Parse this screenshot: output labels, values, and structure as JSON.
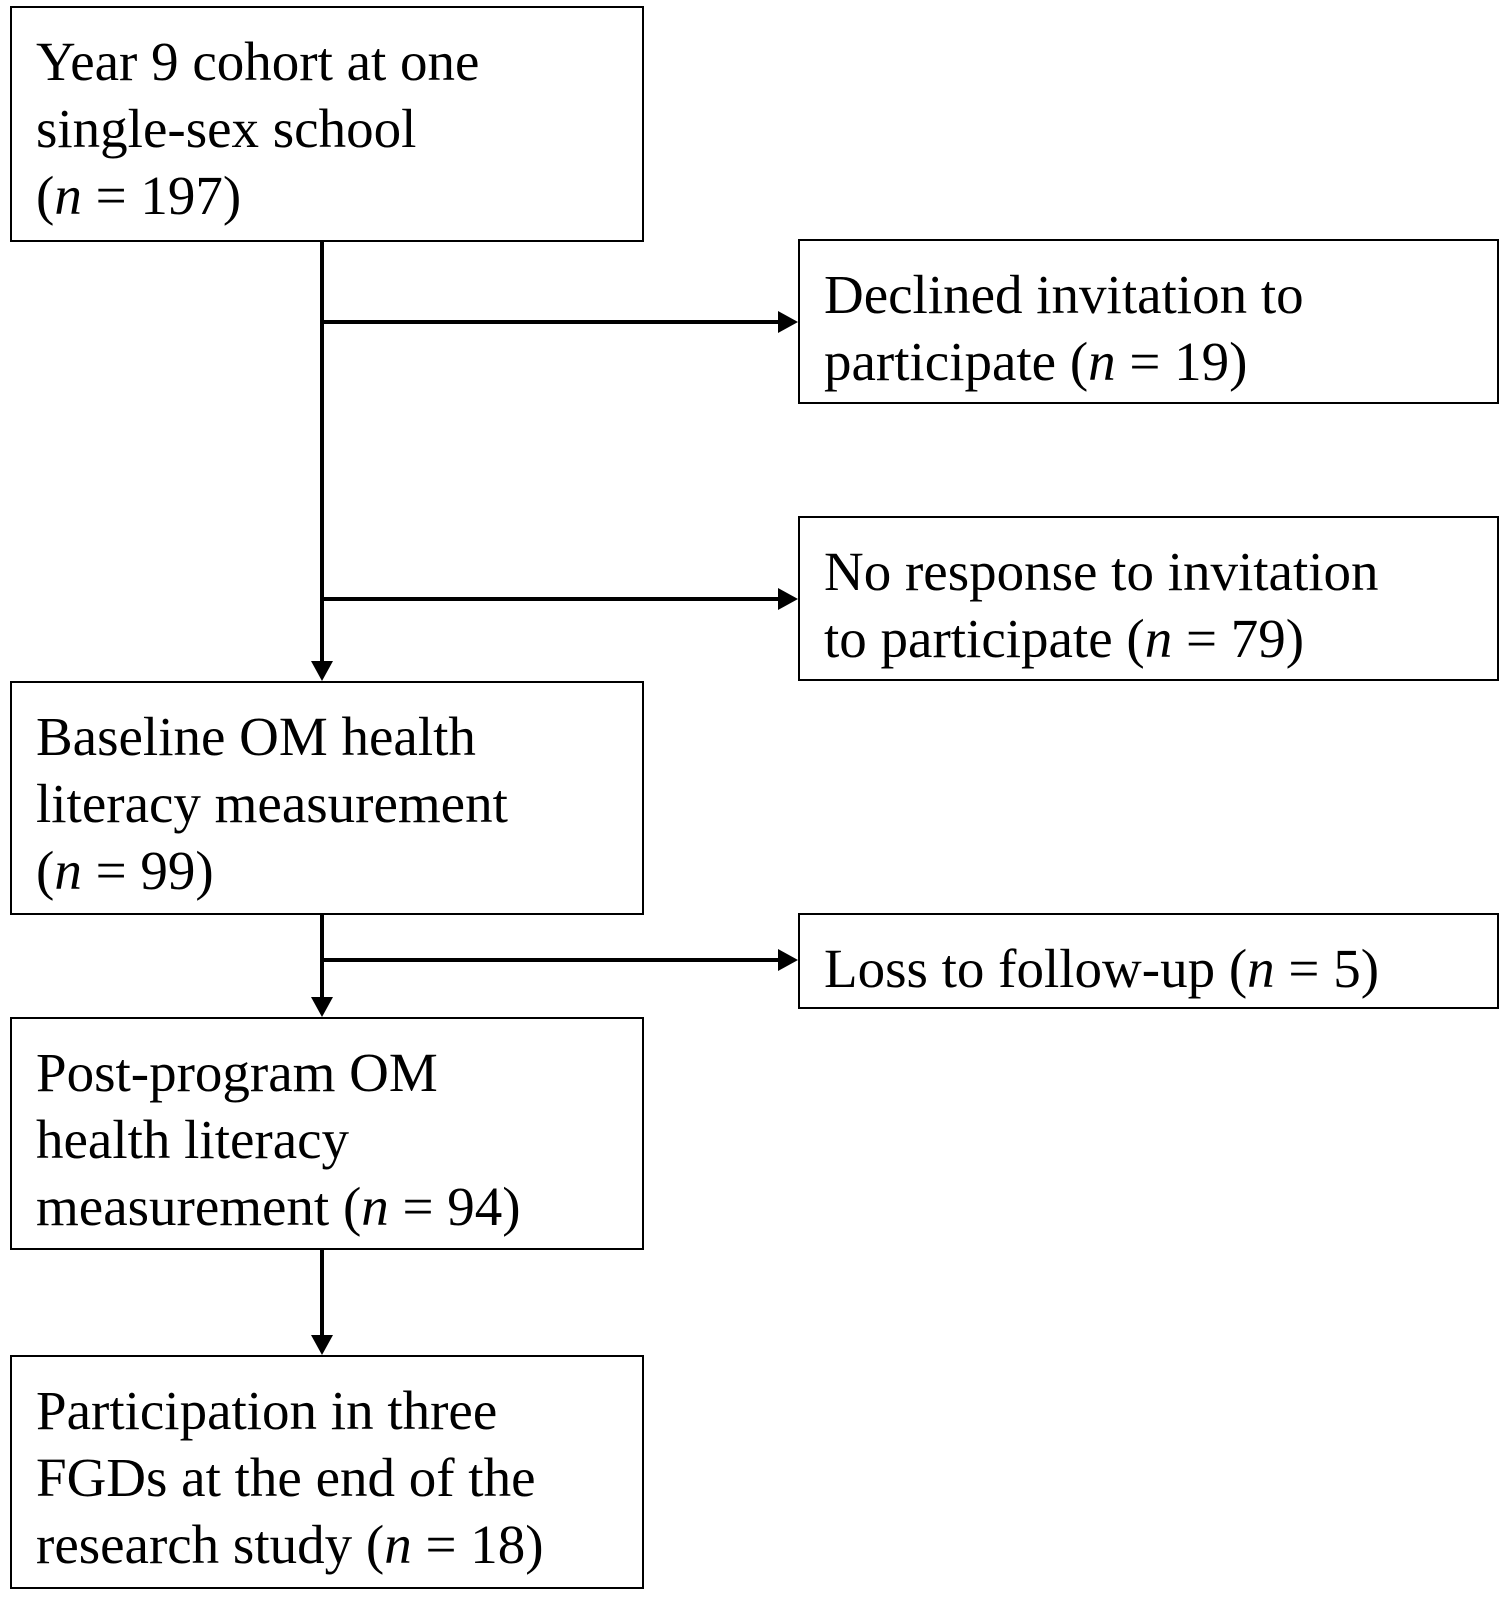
{
  "flowchart": {
    "boxes": {
      "cohort": {
        "line1": "Year 9 cohort at one",
        "line2": "single-sex school",
        "n_open": "(",
        "n_var": "n",
        "n_eq": " = 197)"
      },
      "declined": {
        "line1": "Declined invitation to",
        "line2_text": "participate (",
        "n_var": "n",
        "n_eq": " = 19)"
      },
      "no_response": {
        "line1": "No response to invitation",
        "line2_text": "to participate (",
        "n_var": "n",
        "n_eq": " = 79)"
      },
      "baseline": {
        "line1": "Baseline OM health",
        "line2": "literacy measurement",
        "n_open": "(",
        "n_var": "n",
        "n_eq": " = 99)"
      },
      "loss": {
        "line1_text": "Loss to follow-up (",
        "n_var": "n",
        "n_eq": " = 5)"
      },
      "post_program": {
        "line1": "Post-program OM",
        "line2": "health literacy",
        "line3_text": "measurement (",
        "n_var": "n",
        "n_eq": " = 94)"
      },
      "fgd": {
        "line1": "Participation in three",
        "line2": "FGDs at the end of the",
        "line3_text": "research study (",
        "n_var": "n",
        "n_eq": " = 18)"
      }
    }
  }
}
